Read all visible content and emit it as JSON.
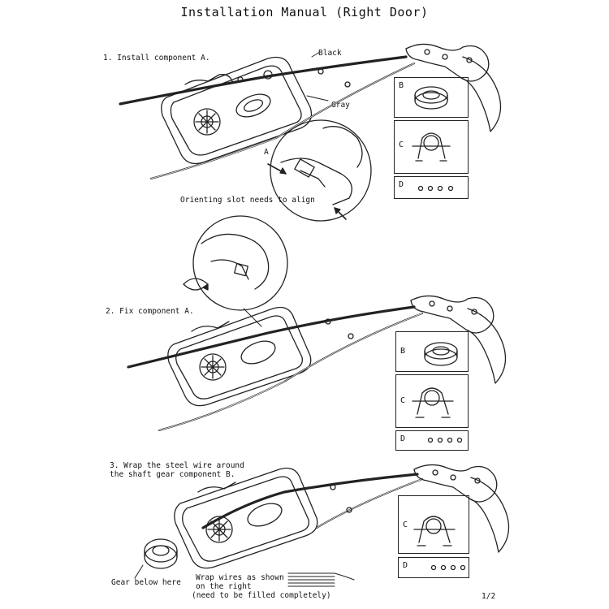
{
  "title": "Installation Manual (Right Door)",
  "steps": [
    {
      "heading": "1. Install component A.",
      "labels": {
        "black": "Black",
        "gray": "Gray",
        "a": "A",
        "orient": "Orienting slot needs to align"
      }
    },
    {
      "heading": "2. Fix component A."
    },
    {
      "heading_line1": "3. Wrap the steel wire around",
      "heading_line2": "the shaft gear component B.",
      "gear_note": "Gear below here",
      "wrap_line1": "Wrap wires as shown",
      "wrap_line2": "on the right",
      "wrap_line3": "(need to be filled completely)"
    }
  ],
  "panels": {
    "b": "B",
    "c": "C",
    "d": "D"
  },
  "page_number": "1/2"
}
